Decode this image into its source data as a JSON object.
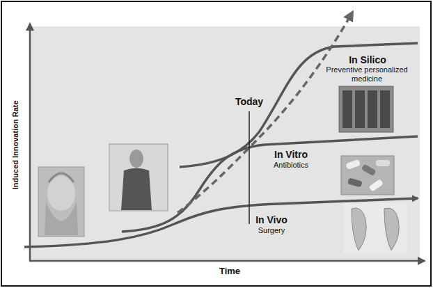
{
  "diagram": {
    "labels": [
      "Induced Innovation Rate",
      "Time",
      "Today",
      "In Silico",
      "Preventive personalized medicine",
      "In Vitro",
      "Antibiotics",
      "In Vivo",
      "Surgery"
    ]
  }
}
